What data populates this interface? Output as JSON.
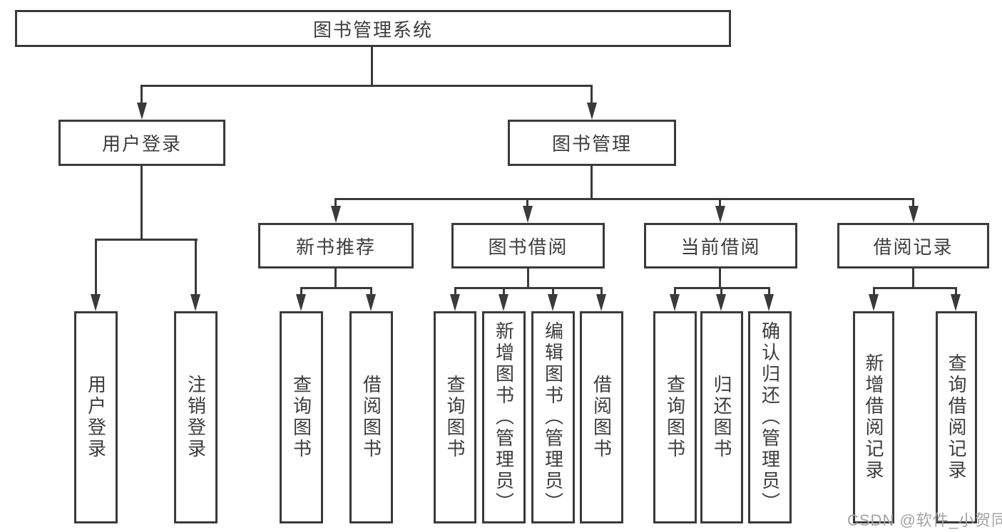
{
  "diagram_type": "hierarchy-tree",
  "colors": {
    "line": "#3a3a3a",
    "box_border": "#3a3a3a",
    "text": "#3d3d3d",
    "watermark": "#a4a4a4",
    "background": "#ffffff"
  },
  "tree": {
    "label": "图书管理系统",
    "children": [
      {
        "label": "用户登录",
        "children": [
          {
            "label": "用户登录"
          },
          {
            "label": "注销登录"
          }
        ]
      },
      {
        "label": "图书管理",
        "children": [
          {
            "label": "新书推荐",
            "children": [
              {
                "label": "查询图书"
              },
              {
                "label": "借阅图书"
              }
            ]
          },
          {
            "label": "图书借阅",
            "children": [
              {
                "label": "查询图书"
              },
              {
                "label": "新增图书（管理员）"
              },
              {
                "label": "编辑图书（管理员）"
              },
              {
                "label": "借阅图书"
              }
            ]
          },
          {
            "label": "当前借阅",
            "children": [
              {
                "label": "查询图书"
              },
              {
                "label": "归还图书"
              },
              {
                "label": "确认归还（管理员）"
              }
            ]
          },
          {
            "label": "借阅记录",
            "children": [
              {
                "label": "新增借阅记录"
              },
              {
                "label": "查询借阅记录"
              }
            ]
          }
        ]
      }
    ]
  },
  "watermark": {
    "text": "CSDN @软件_小贺同学"
  }
}
